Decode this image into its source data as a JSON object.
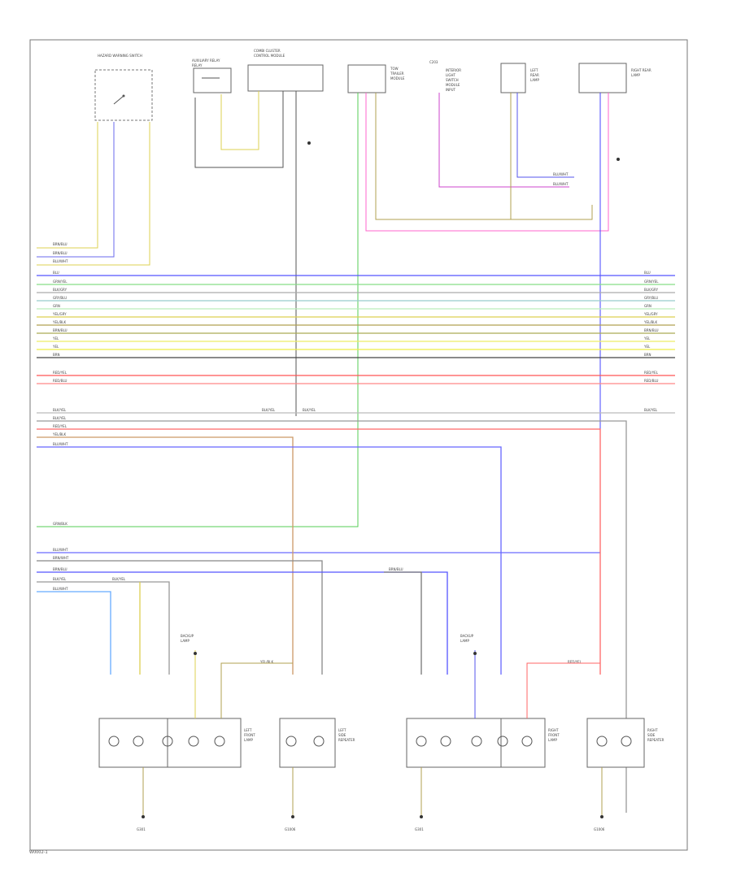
{
  "diagram_code": "W0002-1",
  "components": {
    "hazard_switch": "HAZARD WARNING SWITCH",
    "aux_relay": "AUXILIARY RELAY",
    "cluster": "COMBI CLUSTER"
  },
  "wire_colors": {
    "green": "#2fb52f",
    "blue": "#3a3aff",
    "yellow": "#e8e800",
    "pink": "#ff66cc",
    "red": "#ff4444",
    "gray": "#888888",
    "black": "#222222",
    "olive": "#b0a050"
  },
  "grounds": [
    "G301",
    "G1006",
    "G301",
    "G1006"
  ]
}
